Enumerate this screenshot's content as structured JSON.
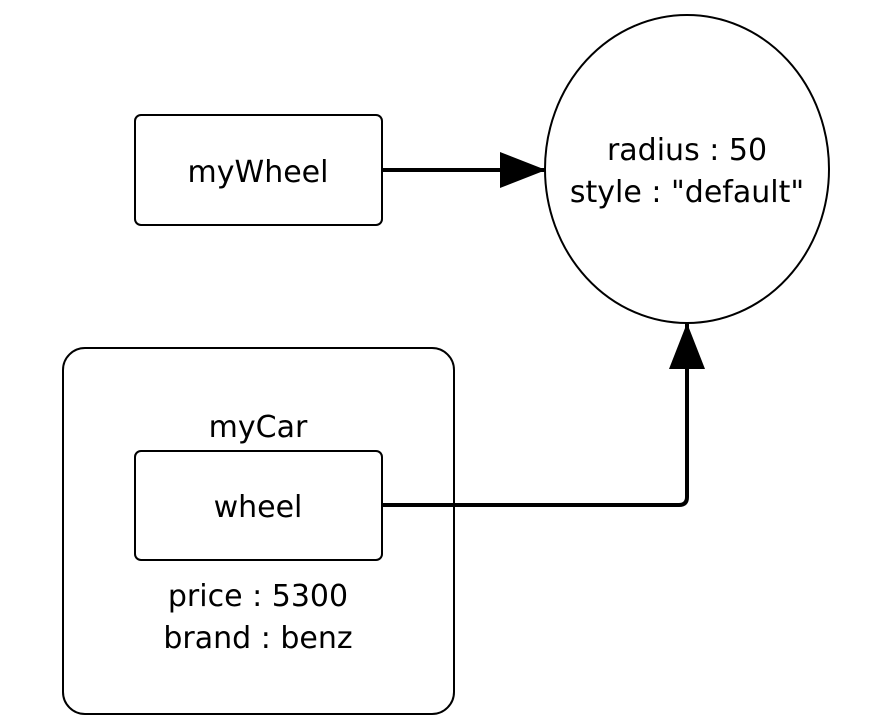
{
  "diagram": {
    "my_wheel_label": "myWheel",
    "my_car_label": "myCar",
    "wheel_field_label": "wheel",
    "car_price": "price : 5300",
    "car_brand": "brand : benz",
    "wheel_object_radius": "radius : 50",
    "wheel_object_style": "style : \"default\""
  },
  "colors": {
    "stroke": "#000000",
    "background": "#ffffff"
  }
}
